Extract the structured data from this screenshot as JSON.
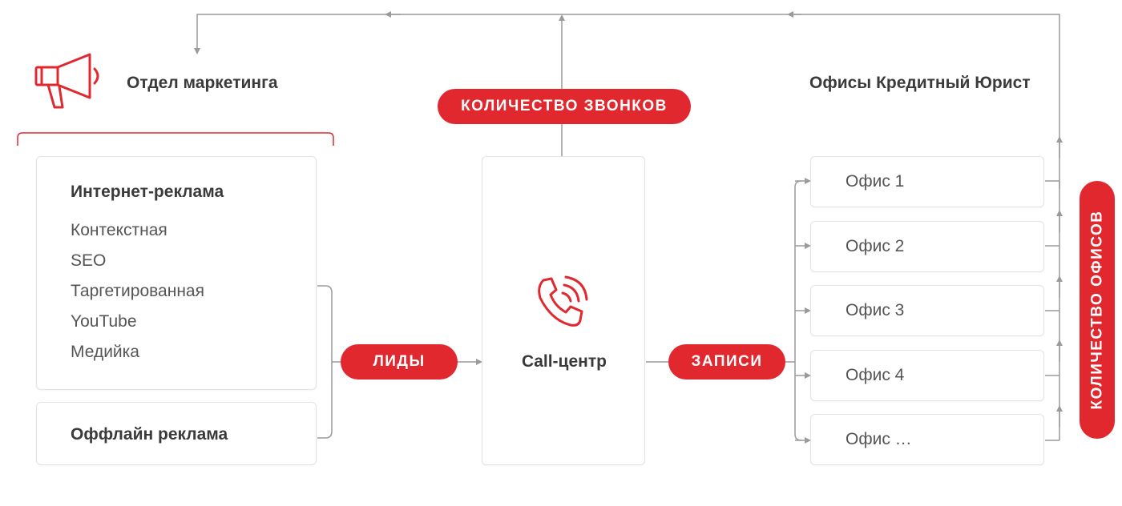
{
  "marketing": {
    "title": "Отдел маркетинга",
    "icon": "megaphone-icon",
    "internet_title": "Интернет-реклама",
    "internet_items": [
      "Контекстная",
      "SEO",
      "Таргетированная",
      "YouTube",
      "Медийка"
    ],
    "offline_title": "Оффлайн реклама"
  },
  "callcenter": {
    "label": "Call-центр",
    "icon": "phone-call-icon"
  },
  "offices": {
    "title": "Офисы Кредитный Юрист",
    "items": [
      "Офис 1",
      "Офис 2",
      "Офис 3",
      "Офис 4",
      "Офис …"
    ]
  },
  "pills": {
    "calls": "КОЛИЧЕСТВО ЗВОНКОВ",
    "leads": "ЛИДЫ",
    "records": "ЗАПИСИ",
    "offices_count": "КОЛИЧЕСТВО ОФИСОВ"
  },
  "colors": {
    "accent": "#e2282f",
    "line": "#9a9a9a",
    "card_border": "#e3e3e3"
  }
}
